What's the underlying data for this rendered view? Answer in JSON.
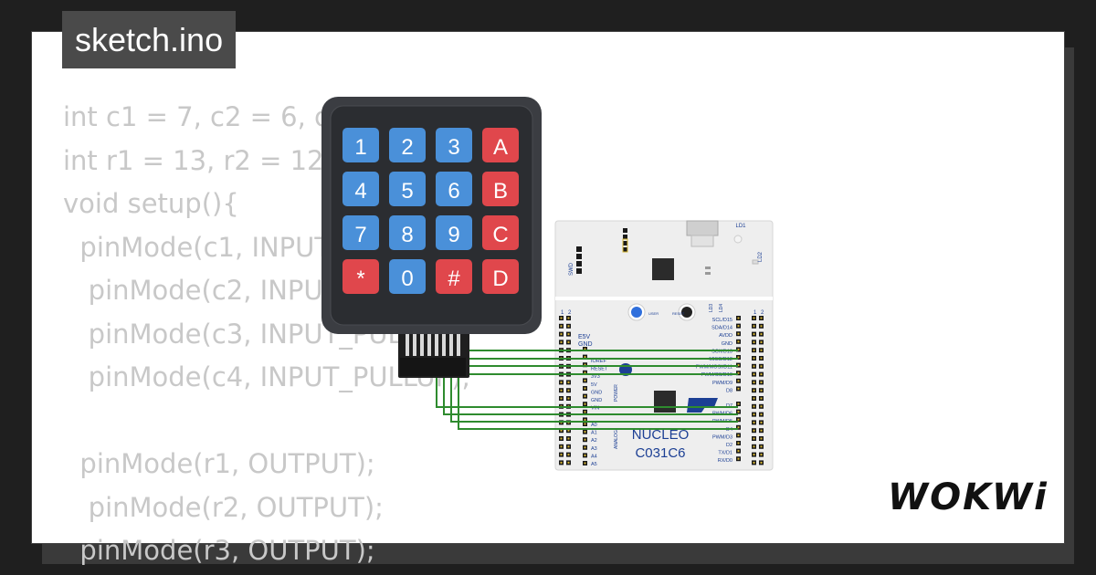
{
  "title_tab": {
    "label": "sketch.ino"
  },
  "code": {
    "lines": [
      "int c1 = 7, c2 = 6, c3",
      "int r1 = 13, r2 = 12,",
      "void setup(){",
      "  pinMode(c1, INPUT_PU",
      "   pinMode(c2, INPUT_PU",
      "   pinMode(c3, INPUT_PULLUP);",
      "   pinMode(c4, INPUT_PULLUP);",
      "",
      "  pinMode(r1, OUTPUT);",
      "   pinMode(r2, OUTPUT);",
      "  pinMode(r3, OUTPUT);"
    ]
  },
  "keypad": {
    "keys": [
      {
        "label": "1",
        "kind": "digit"
      },
      {
        "label": "2",
        "kind": "digit"
      },
      {
        "label": "3",
        "kind": "digit"
      },
      {
        "label": "A",
        "kind": "letter"
      },
      {
        "label": "4",
        "kind": "digit"
      },
      {
        "label": "5",
        "kind": "digit"
      },
      {
        "label": "6",
        "kind": "digit"
      },
      {
        "label": "B",
        "kind": "letter"
      },
      {
        "label": "7",
        "kind": "digit"
      },
      {
        "label": "8",
        "kind": "digit"
      },
      {
        "label": "9",
        "kind": "digit"
      },
      {
        "label": "C",
        "kind": "letter"
      },
      {
        "label": "*",
        "kind": "letter"
      },
      {
        "label": "0",
        "kind": "digit"
      },
      {
        "label": "#",
        "kind": "letter"
      },
      {
        "label": "D",
        "kind": "letter"
      }
    ]
  },
  "board": {
    "name_line1": "NUCLEO",
    "name_line2": "C031C6",
    "led_labels": {
      "ld1": "LD1",
      "ld2": "LD2",
      "ld3": "LD3",
      "ld4": "LD4"
    },
    "swd_label": "SWD",
    "e5v_label": "E5V",
    "gnd_label": "GND",
    "header_numbers": [
      "1",
      "2"
    ],
    "power_pins": [
      "IOREF",
      "RESET",
      "3V3",
      "5V",
      "GND",
      "GND",
      "VIN"
    ],
    "analog_pins": [
      "A0",
      "A1",
      "A2",
      "A3",
      "A4",
      "A5"
    ],
    "power_group_label": "POWER",
    "analog_group_label": "ANALOG",
    "digital_pins_top": [
      "SCL/D15",
      "SDA/D14",
      "AVDD",
      "GND",
      "SCK/D13",
      "MISO/D12",
      "PWM/MOSI/D11",
      "PWM/CS/D10",
      "PWM/D9",
      "D8"
    ],
    "digital_pins_bottom": [
      "D7",
      "PWM/D6",
      "PWM/D5",
      "D4",
      "PWM/D3",
      "D2",
      "TX/D1",
      "RX/D0"
    ],
    "user_button_label": "USER",
    "reset_button_label": "RESET"
  },
  "logo": {
    "text": "WOKWi"
  },
  "colors": {
    "wire": "#2e8b2e",
    "key_digit": "#4a90d9",
    "key_letter": "#e0474c",
    "keypad_body": "#3b3d42",
    "board_bg": "#eeeeee",
    "board_text": "#1c3f94"
  }
}
